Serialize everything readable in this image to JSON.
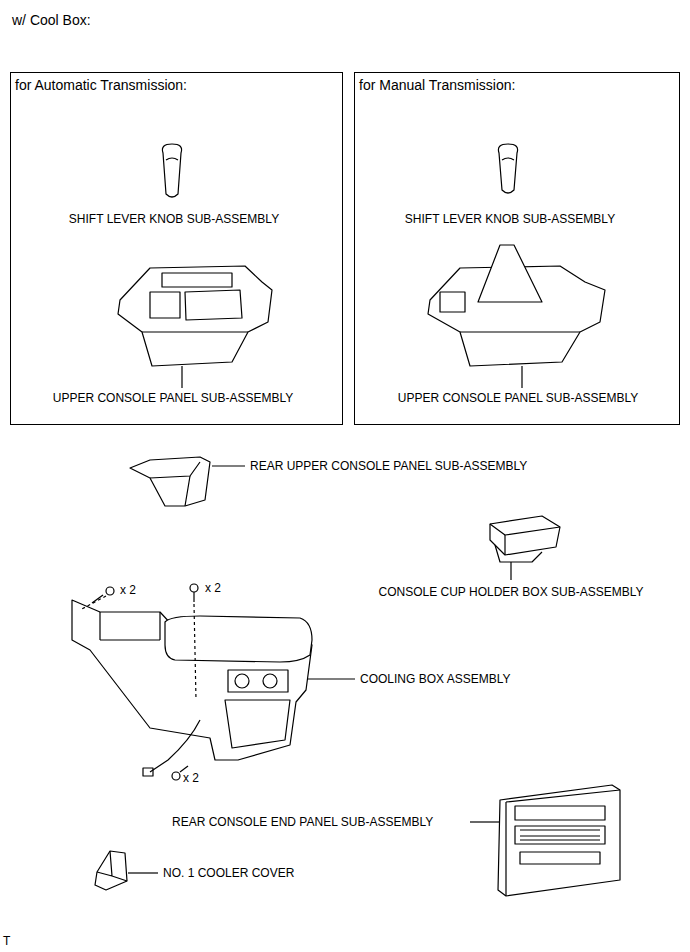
{
  "diagram": {
    "title": "w/ Cool Box:",
    "nodes": [
      {
        "text": [
          "for Automatic Transmission:",
          "SHIFT LEVER KNOB SUB-ASSEMBLY",
          "UPPER CONSOLE PANEL SUB-ASSEMBLY"
        ]
      },
      {
        "text": [
          "for Manual Transmission:",
          "SHIFT LEVER KNOB SUB-ASSEMBLY",
          "UPPER CONSOLE PANEL SUB-ASSEMBLY"
        ]
      }
    ],
    "labels": [
      "REAR UPPER CONSOLE PANEL SUB-ASSEMBLY",
      "CONSOLE CUP HOLDER BOX SUB-ASSEMBLY",
      "COOLING BOX ASSEMBLY",
      "REAR CONSOLE END PANEL SUB-ASSEMBLY",
      "NO. 1 COOLER COVER",
      "x 2",
      "x 2",
      "x 2",
      "T"
    ]
  }
}
